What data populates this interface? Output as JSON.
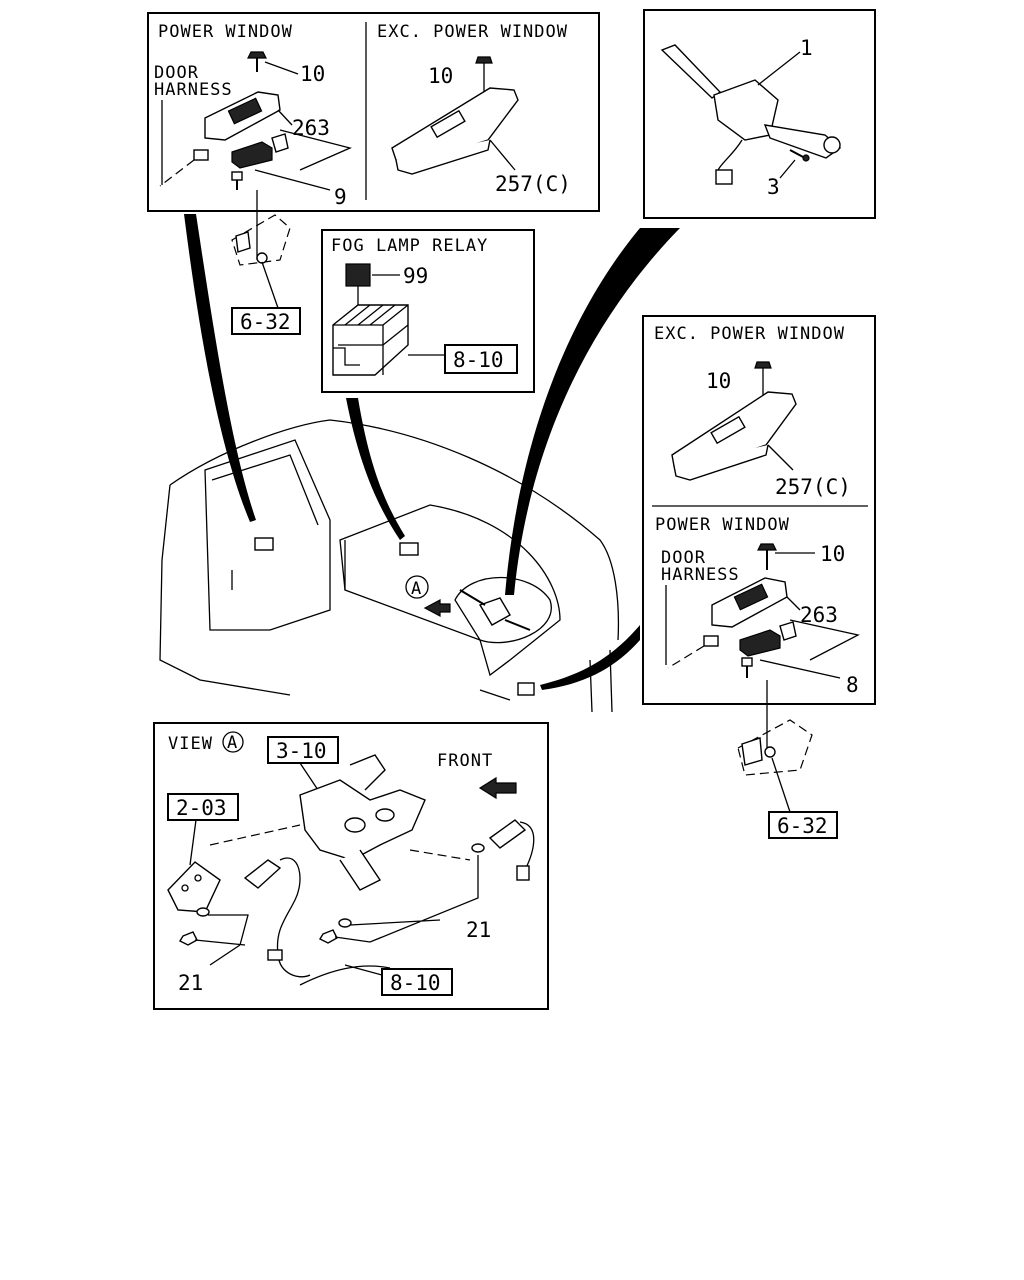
{
  "panels": {
    "top_left": {
      "title_left": "POWER WINDOW",
      "door_label_1": "DOOR",
      "door_label_2": "HARNESS",
      "callouts": [
        "10",
        "263",
        "9"
      ],
      "title_right": "EXC. POWER WINDOW",
      "right_callouts": [
        "10",
        "257(C)"
      ]
    },
    "top_right": {
      "callouts": [
        "1",
        "3"
      ]
    },
    "fog_lamp": {
      "title": "FOG LAMP RELAY",
      "callout": "99",
      "ref": "8-10"
    },
    "left_ref": "6-32",
    "right_panel": {
      "title_exc": "EXC. POWER WINDOW",
      "exc_callouts": [
        "10",
        "257(C)"
      ],
      "title_pw": "POWER WINDOW",
      "door_label_1": "DOOR",
      "door_label_2": "HARNESS",
      "pw_callouts": [
        "10",
        "263",
        "8"
      ],
      "ref": "6-32"
    },
    "center": {
      "marker": "A"
    },
    "view": {
      "title": "VIEW",
      "marker": "A",
      "front_label": "FRONT",
      "refs": [
        "3-10",
        "2-03",
        "8-10"
      ],
      "callouts": [
        "21",
        "21"
      ]
    }
  },
  "colors": {
    "ink": "#000000",
    "paper": "#ffffff"
  }
}
